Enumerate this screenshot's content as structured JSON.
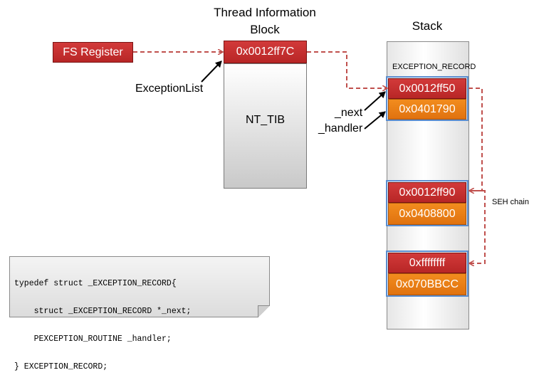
{
  "tib": {
    "title_line1": "Thread Information",
    "title_line2": "Block",
    "exception_list_value": "0x0012ff7C",
    "body_label": "NT_TIB"
  },
  "fs_register": {
    "label": "FS Register"
  },
  "labels": {
    "exception_list": "ExceptionList",
    "next": "_next",
    "handler": "_handler",
    "seh_chain": "SEH chain"
  },
  "stack": {
    "title": "Stack",
    "record_label": "EXCEPTION_RECORD",
    "records": [
      {
        "next": "0x0012ff50",
        "handler": "0x0401790"
      },
      {
        "next": "0x0012ff90",
        "handler": "0x0408800"
      },
      {
        "next": "0xffffffff",
        "handler": "0x070BBCC"
      }
    ]
  },
  "code": {
    "lines": [
      "typedef struct _EXCEPTION_RECORD{",
      "    struct _EXCEPTION_RECORD *_next;",
      "    PEXCEPTION_ROUTINE _handler;",
      "} EXCEPTION_RECORD;"
    ]
  },
  "colors": {
    "red": "#c0302e",
    "orange": "#e8821a",
    "frame_blue": "#5b8ed0",
    "arrow_red": "#c0504d"
  }
}
